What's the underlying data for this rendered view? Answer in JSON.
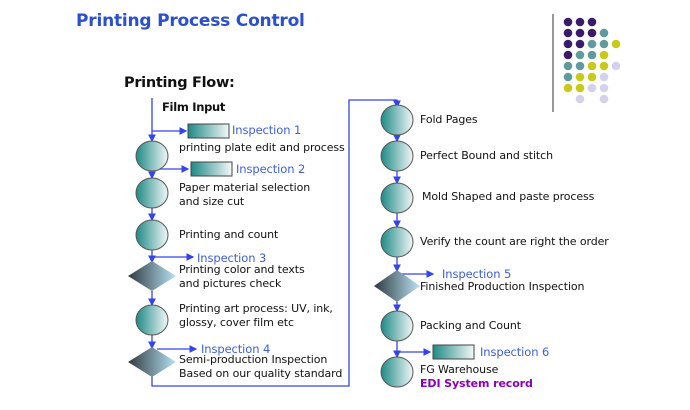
{
  "title": "Printing Process Control",
  "subtitle": "Printing Flow:",
  "film_input": "Film Input",
  "colors": {
    "title": "#2a4fcf",
    "connector": "#3344ee",
    "inspection_label": "#3d5fd6",
    "edi_label": "#8a00b8",
    "shape_dark": "#1f8a86",
    "shape_light": "#f2f6f7",
    "diamond_dark": "#2f3a40",
    "diamond_light": "#b8e2f4"
  },
  "left_column": {
    "steps": [
      {
        "shape": "circle",
        "lines": [
          "printing plate edit and process"
        ]
      },
      {
        "shape": "circle",
        "lines": [
          "Paper material selection",
          " and size cut"
        ]
      },
      {
        "shape": "circle",
        "lines": [
          "Printing and count"
        ]
      },
      {
        "shape": "diamond",
        "lines": [
          "Printing color and texts",
          "and pictures check"
        ]
      },
      {
        "shape": "circle",
        "lines": [
          "Printing art process: UV, ink,",
          "glossy, cover film etc"
        ]
      },
      {
        "shape": "diamond",
        "lines": [
          "Semi-production Inspection",
          "Based on our quality standard"
        ]
      }
    ],
    "inspections": [
      "Inspection 1",
      "Inspection 2",
      "Inspection 3",
      "Inspection 4"
    ]
  },
  "right_column": {
    "steps": [
      {
        "shape": "circle",
        "lines": [
          "Fold Pages"
        ]
      },
      {
        "shape": "circle",
        "lines": [
          "Perfect Bound and stitch"
        ]
      },
      {
        "shape": "circle",
        "lines": [
          "Mold Shaped and paste process"
        ]
      },
      {
        "shape": "circle",
        "lines": [
          "Verify the count are right the order"
        ]
      },
      {
        "shape": "diamond",
        "lines": [
          "Finished Production Inspection"
        ]
      },
      {
        "shape": "circle",
        "lines": [
          "Packing and Count"
        ]
      },
      {
        "shape": "circle",
        "lines": [
          "FG Warehouse"
        ],
        "extra": "EDI System record"
      }
    ],
    "inspections": [
      "Inspection 5",
      "Inspection 6"
    ]
  },
  "decoration": {
    "dot_colors": {
      "p": "#3b1a6e",
      "t": "#5f9a9c",
      "y": "#c9c918",
      "l": "#d4d2ea"
    },
    "dot_rows": [
      "ppp",
      "pppt",
      "ppTty",
      "pTty",
      "ttyyl",
      "tyyl",
      "yyll",
      ".l.l"
    ]
  }
}
